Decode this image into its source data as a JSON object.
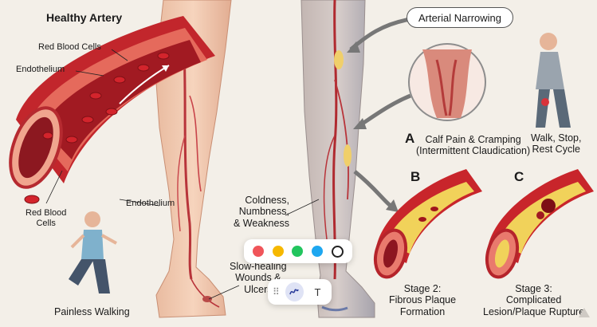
{
  "labels": {
    "healthy_artery": "Healthy Artery",
    "red_blood_cells_top": "Red Blood Cells",
    "endothelium_top": "Endothelium",
    "endothelium_bottom": "Endothelium",
    "red_blood_cells_bottom": "Red Blood\nCells",
    "painless_walking": "Painless Walking",
    "coldness": "Coldness,\nNumbness,\n& Weakness",
    "slow_healing": "Slow-healing\nWounds &\nUlcers",
    "arterial_narrowing": "Arterial Narrowing",
    "calf_pain_letter": "A",
    "calf_pain": "Calf Pain & Cramping\n(Intermittent Claudication)",
    "walk_stop": "Walk, Stop,\nRest Cycle",
    "stage_b_letter": "B",
    "stage_c_letter": "C",
    "stage2": "Stage 2:\nFibrous Plaque\nFormation",
    "stage3": "Stage 3:\nComplicated\nLesion/Plaque Rupture"
  },
  "palette": {
    "colors": [
      "#f0555a",
      "#f6b800",
      "#22c55e",
      "#1ea7f0"
    ],
    "outline_swatch": "#ffffff"
  },
  "toolbar": {
    "grip_icon": "drag-handle-icon",
    "draw_icon": "pen-squiggle-icon",
    "text_label": "T"
  }
}
